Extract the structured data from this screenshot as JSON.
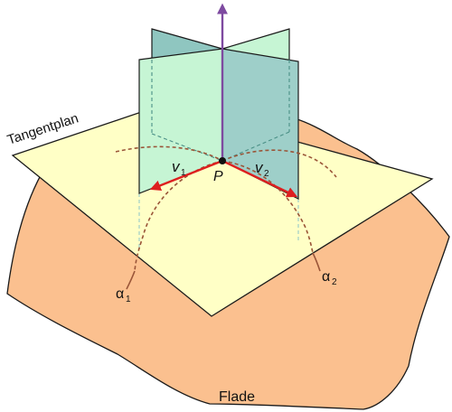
{
  "labels": {
    "tangent_plane": "Tangentplan",
    "surface": "Flade",
    "point": "P",
    "v1": "v",
    "v1_sub": "1",
    "v2": "v",
    "v2_sub": "2",
    "alpha1": "α",
    "alpha1_sub": "1",
    "alpha2": "α",
    "alpha2_sub": "2"
  },
  "colors": {
    "surface_fill": "#fbc08f",
    "plane_fill": "#ffffc6",
    "green_plane": "#c6f5d4",
    "teal_plane": "#9ecfc9",
    "teal_plane_back": "#8fc6c0",
    "curve": "#9a5538",
    "vector": "#dd1f1f",
    "normal": "#7e4aa0",
    "outline": "#1a1a1a"
  }
}
